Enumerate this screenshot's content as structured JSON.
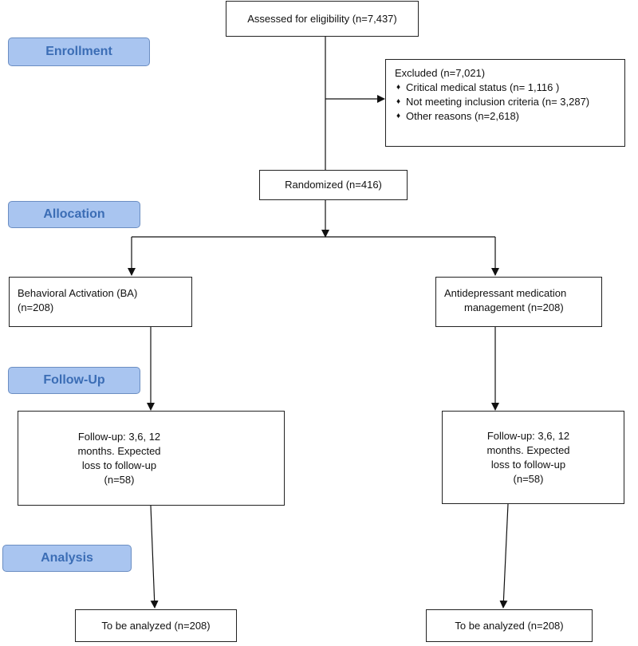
{
  "stages": {
    "enrollment": "Enrollment",
    "allocation": "Allocation",
    "followup": "Follow-Up",
    "analysis": "Analysis"
  },
  "assessed": "Assessed for eligibility (n=7,437)",
  "excluded": {
    "title": "Excluded (n=7,021)",
    "items": [
      "Critical medical status (n= 1,116 )",
      "Not meeting inclusion criteria (n= 3,287)",
      "Other reasons (n=2,618)"
    ]
  },
  "randomized": "Randomized (n=416)",
  "ba": {
    "line1": "Behavioral Activation (BA)",
    "line2": "(n=208)"
  },
  "adm": {
    "line1": "Antidepressant medication",
    "line2": "management (n=208)"
  },
  "followup_left": {
    "line1": "Follow-up: 3,6, 12",
    "line2": "months. Expected",
    "line3": "loss to follow-up",
    "line4": "(n=58)"
  },
  "followup_right": {
    "line1": "Follow-up: 3,6, 12",
    "line2": "months. Expected",
    "line3": "loss to follow-up",
    "line4": "(n=58)"
  },
  "analyzed_left": "To be analyzed (n=208)",
  "analyzed_right": "To be analyzed (n=208)"
}
